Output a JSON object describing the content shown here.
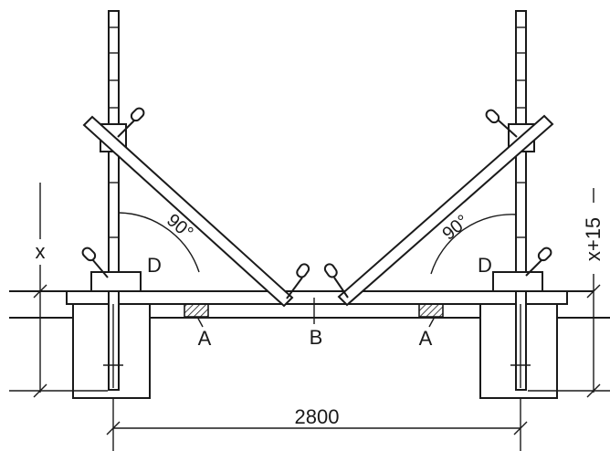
{
  "labels": {
    "x_left": "x",
    "x_right": "x+15",
    "angle_left": "90°",
    "angle_right": "90°",
    "d_left": "D",
    "d_right": "D",
    "a_left": "A",
    "a_right": "A",
    "b": "B",
    "dimension": "2800"
  },
  "colors": {
    "line": "#1a1a1a",
    "background": "#ffffff"
  }
}
